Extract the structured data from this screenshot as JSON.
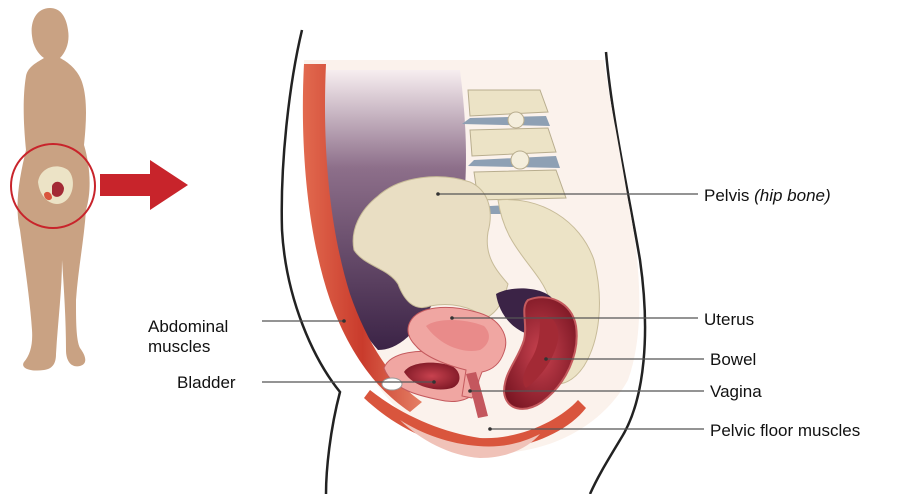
{
  "labels": {
    "pelvis": "Pelvis",
    "pelvis_note": "(hip bone)",
    "uterus": "Uterus",
    "bowel": "Bowel",
    "vagina": "Vagina",
    "pelvic_floor": "Pelvic floor muscles",
    "abdominal_line1": "Abdominal",
    "abdominal_line2": "muscles",
    "bladder": "Bladder"
  },
  "colors": {
    "skin": "#c9a283",
    "bone": "#ece3c6",
    "muscle": "#d9553d",
    "organ_dark": "#8e1d2b",
    "organ_pink": "#f0a6a2",
    "arrow": "#c8242b",
    "shadow": "#3b2346"
  },
  "icons": {
    "arrow": "right-arrow-icon",
    "figure": "body-silhouette-icon"
  }
}
